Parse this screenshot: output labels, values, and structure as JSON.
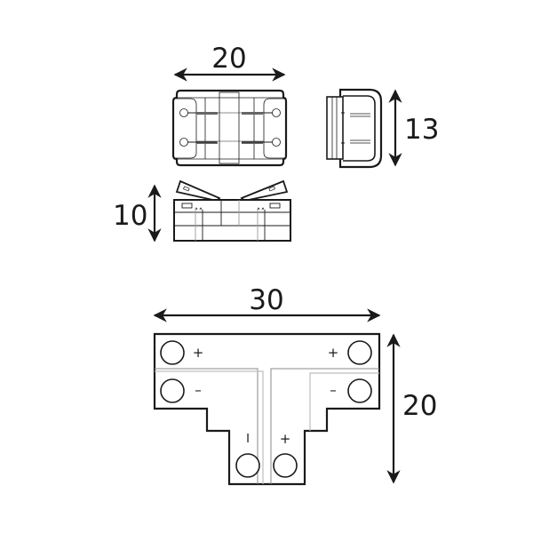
{
  "diagram": {
    "subject": "LED strip T-connector dimension drawing",
    "views": {
      "top_view": {
        "width_label": "20"
      },
      "side_view": {
        "height_label": "13"
      },
      "front_view": {
        "height_label": "10"
      },
      "t_connector": {
        "width_label": "30",
        "height_label": "20",
        "polarity": {
          "top_left": "+",
          "top_right": "+",
          "mid_left": "–",
          "mid_right": "–",
          "bottom_left": "I",
          "bottom_right": "+"
        }
      }
    },
    "colors": {
      "line": "#1a1a1a",
      "thin_line": "#9a9a9a",
      "background": "#ffffff"
    }
  }
}
